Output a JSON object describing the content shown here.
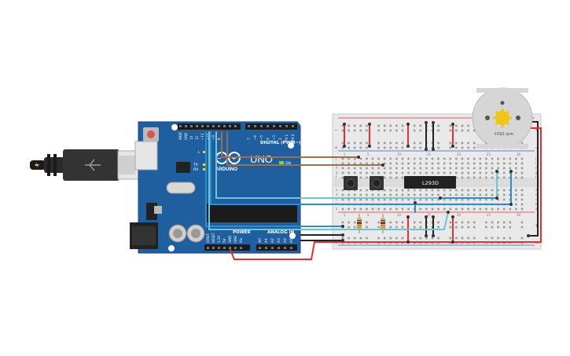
{
  "arduino": {
    "logo_text": "ARDUINO",
    "model_text": "UNO",
    "digital_label": "DIGITAL (PWM~)",
    "power_label": "POWER",
    "analog_label": "ANALOG IN",
    "on_label": "ON",
    "led_l": "L",
    "led_tx": "TX",
    "led_rx": "RX",
    "top_pins": [
      "AREF",
      "GND",
      "13",
      "12",
      "~11",
      "~10",
      "~9",
      "8",
      "7",
      "~6",
      "~5",
      "4",
      "~3",
      "2",
      "TX 1",
      "RX 0"
    ],
    "power_pins": [
      "IOREF",
      "RESET",
      "3.3V",
      "5V",
      "GND",
      "GND",
      "Vin"
    ],
    "analog_pins": [
      "A0",
      "A1",
      "A2",
      "A3",
      "A4",
      "A5"
    ]
  },
  "driver_chip": {
    "label": "L293D"
  },
  "motor": {
    "readout": "-1592 rpm"
  },
  "breadboard": {
    "row_letters_top": [
      "j",
      "i",
      "h",
      "g",
      "f"
    ],
    "row_letters_bottom": [
      "e",
      "d",
      "c",
      "b",
      "a"
    ],
    "column_numbers": [
      "1",
      "5",
      "10",
      "15",
      "20",
      "25",
      "30"
    ]
  },
  "colors": {
    "board": "#1f5fa0",
    "wire_power": "#e03030",
    "wire_ground": "#222222",
    "wire_signal_blue": "#2a8fd0",
    "wire_signal_cyan": "#6cc6d8",
    "wire_brown": "#9a7050"
  }
}
